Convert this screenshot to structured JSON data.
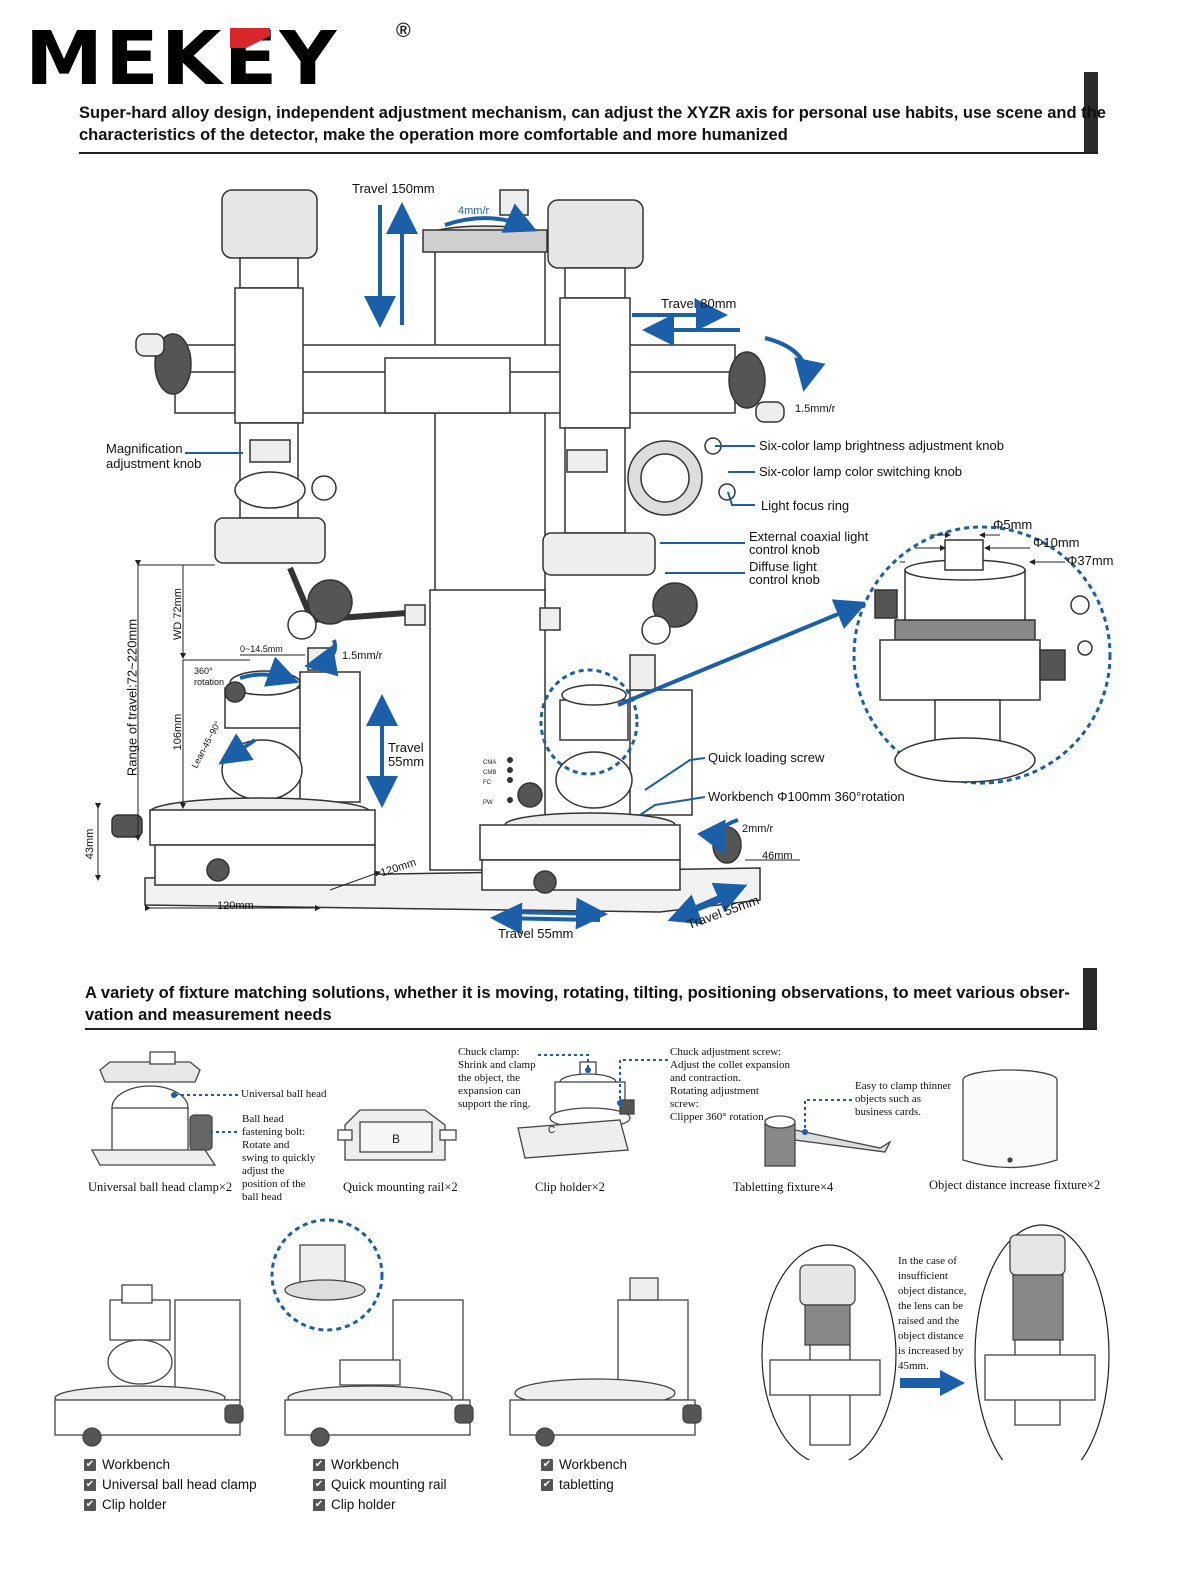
{
  "brand": {
    "name": "MEKEY",
    "registered": "®"
  },
  "section1": {
    "headline_line1": "Super-hard alloy design, independent adjustment mechanism, can adjust the XYZR axis for personal use habits, use scene and the",
    "headline_line2": "characteristics of the detector, make the operation more comfortable and more humanized"
  },
  "diagram": {
    "travel_150": "Travel 150mm",
    "rate_4": "4mm/r",
    "travel_80": "Travel 80mm",
    "rate_15a": "1.5mm/r",
    "magnification_knob_1": "Magnification",
    "magnification_knob_2": "adjustment knob",
    "six_color_brightness": "Six-color lamp brightness adjustment knob",
    "six_color_switch": "Six-color lamp color switching knob",
    "light_focus_ring": "Light focus ring",
    "ext_coaxial_1": "External coaxial light",
    "ext_coaxial_2": "control knob",
    "diffuse_1": "Diffuse light",
    "diffuse_2": "control knob",
    "phi5": "Φ5mm",
    "phi10": "Φ10mm",
    "phi37": "Φ37mm",
    "range_travel": "Range of travel:72~220mm",
    "wd": "WD 72mm",
    "range_0_145": "0~14.5mm",
    "rate_15b": "1.5mm/r",
    "rot360_1": "360°",
    "rot360_2": "rotation",
    "lean": "Lean-45~90°",
    "h106": "106mm",
    "travel55v_1": "Travel",
    "travel55v_2": "55mm",
    "quick_loading": "Quick loading screw",
    "workbench": "Workbench Φ100mm 360°rotation",
    "rate_2": "2mm/r",
    "h46": "46mm",
    "h43": "43mm",
    "w120a": "120mm",
    "w120b": "120mm",
    "travel55h": "Travel 55mm",
    "travel55d": "Travel 55mm",
    "panel_labels": [
      "CMA",
      "CMB",
      "FC",
      "PW"
    ]
  },
  "section2": {
    "headline_line1": "A variety of fixture matching solutions, whether it is moving, rotating, tilting, positioning observations, to meet various obser-",
    "headline_line2": "vation and measurement needs"
  },
  "fixtures": {
    "ball_head_label": "Universal ball head",
    "ball_head_bolt": [
      "Ball head",
      "fastening bolt:",
      "Rotate and",
      "swing to quickly",
      "adjust the",
      "position of the",
      "ball head"
    ],
    "ball_head_caption": "Universal ball head clamp×2",
    "rail_letter": "B",
    "rail_caption": "Quick mounting rail×2",
    "chuck_clamp": [
      "Chuck clamp:",
      "Shrink and clamp",
      "the object, the",
      "expansion can",
      "support the ring."
    ],
    "chuck_adjust": [
      "Chuck adjustment screw:",
      "Adjust the collet expansion",
      "and contraction.",
      "Rotating adjustment",
      "screw:",
      "Clipper 360° rotation"
    ],
    "clip_letter": "C",
    "clip_caption": "Clip holder×2",
    "tablet_note": [
      "Easy to clamp thinner",
      "objects such as",
      "business cards."
    ],
    "tablet_caption": "Tabletting fixture×4",
    "distance_caption": "Object distance increase fixture×2"
  },
  "combos": [
    {
      "items": [
        "Workbench",
        "Universal ball head clamp",
        "Clip holder"
      ]
    },
    {
      "items": [
        "Workbench",
        "Quick mounting rail",
        "Clip holder"
      ]
    },
    {
      "items": [
        "Workbench",
        "tabletting"
      ]
    }
  ],
  "distance_note": [
    "In the case of",
    "insufficient",
    "object distance,",
    "the lens can be",
    "raised and the",
    "object distance",
    "is increased by",
    "45mm."
  ],
  "check_mark": "✔",
  "colors": {
    "accent_blue": "#1a5fa8",
    "dark": "#2a2a2a",
    "brand_red": "#d8262b"
  }
}
